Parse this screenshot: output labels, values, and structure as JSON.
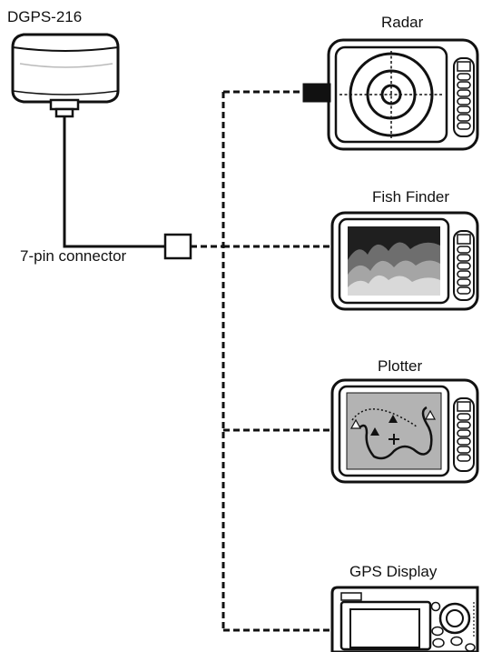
{
  "labels": {
    "antenna": "DGPS-216",
    "connector": "7-pin connector",
    "radar": "Radar",
    "fish_finder": "Fish Finder",
    "plotter": "Plotter",
    "gps_display": "GPS Display"
  },
  "colors": {
    "line": "#111111",
    "device_body": "#ffffff",
    "plotter_screen": "#b3b3b3",
    "fish_screen_bg": "#1f1f1f",
    "fish_layer_dark": "#6e6e6e",
    "fish_layer_mid": "#a5a5a5",
    "fish_layer_light": "#d9d9d9"
  }
}
